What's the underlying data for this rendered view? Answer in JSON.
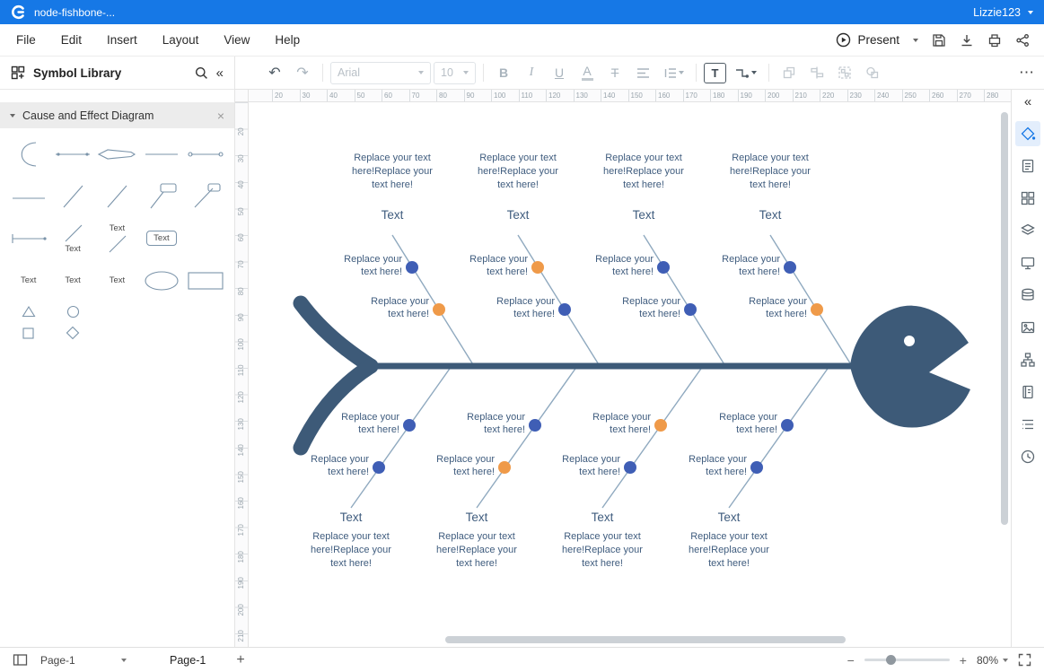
{
  "colors": {
    "titlebar_blue": "#1678e6",
    "fish_body": "#3d5a78",
    "branch_line": "#8fa9bf",
    "dot_blue": "#3f5eb5",
    "dot_orange": "#ef9a49"
  },
  "icons": {
    "collapse": "«",
    "close": "×",
    "undo": "↶",
    "redo": "↷",
    "more": "⋯",
    "minus": "−",
    "plus": "+"
  },
  "titlebar": {
    "document_title": "node-fishbone-...",
    "username": "Lizzie123"
  },
  "menubar": {
    "items": [
      "File",
      "Edit",
      "Insert",
      "Layout",
      "View",
      "Help"
    ],
    "present_label": "Present"
  },
  "toolbar": {
    "font_family": "Arial",
    "font_size": "10",
    "bold_label": "B",
    "italic_label": "I",
    "underline_label": "U",
    "font_color_label": "A",
    "strike_label": "T",
    "text_tool_label": "T"
  },
  "library": {
    "header_title": "Symbol Library",
    "section_title": "Cause and Effect Diagram",
    "thumb_text_label": "Text"
  },
  "rulers": {
    "horizontal": [
      "20",
      "30",
      "40",
      "50",
      "60",
      "70",
      "80",
      "90",
      "100",
      "110",
      "120",
      "130",
      "140",
      "150",
      "160",
      "170",
      "180",
      "190",
      "200",
      "210",
      "220",
      "230",
      "240",
      "250",
      "260",
      "270",
      "280"
    ],
    "vertical": [
      "20",
      "30",
      "40",
      "50",
      "60",
      "70",
      "80",
      "90",
      "100",
      "110",
      "120",
      "130",
      "140",
      "150",
      "160",
      "170",
      "180",
      "190",
      "200",
      "210"
    ]
  },
  "diagram": {
    "branch_title": "Text",
    "branch_caption": "Replace your text here!Replace your text here!",
    "sub_branch_label": "Replace your text here!",
    "dot_colors": {
      "t1a": "#3f5eb5",
      "t1b": "#ef9a49",
      "t2a": "#ef9a49",
      "t2b": "#3f5eb5",
      "t3a": "#3f5eb5",
      "t3b": "#3f5eb5",
      "t4a": "#3f5eb5",
      "t4b": "#ef9a49",
      "b1a": "#3f5eb5",
      "b1b": "#3f5eb5",
      "b2a": "#3f5eb5",
      "b2b": "#ef9a49",
      "b3a": "#ef9a49",
      "b3b": "#3f5eb5",
      "b4a": "#3f5eb5",
      "b4b": "#3f5eb5"
    }
  },
  "statusbar": {
    "page_selector": "Page-1",
    "page_tab": "Page-1",
    "zoom_level": "80%"
  }
}
